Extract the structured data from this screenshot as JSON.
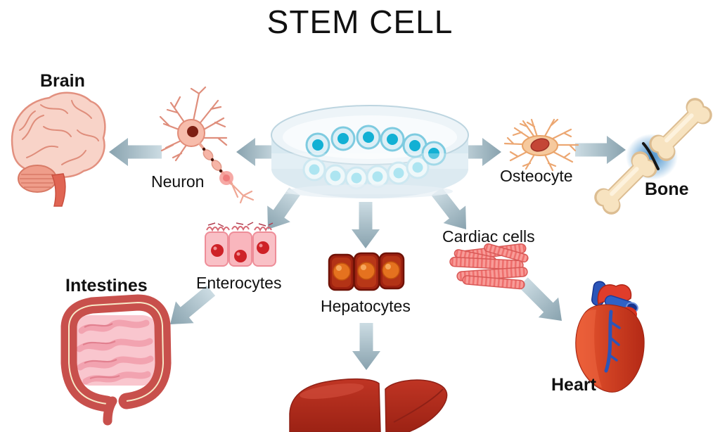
{
  "title": "STEM CELL",
  "labels": {
    "brain": "Brain",
    "neuron": "Neuron",
    "osteocyte": "Osteocyte",
    "bone": "Bone",
    "enterocytes": "Enterocytes",
    "hepatocytes": "Hepatocytes",
    "cardiac_cells": "Cardiac cells",
    "intestines": "Intestines",
    "heart": "Heart"
  },
  "edges": [
    {
      "from": "stem_cells_dish",
      "to": "neuron"
    },
    {
      "from": "neuron",
      "to": "brain"
    },
    {
      "from": "stem_cells_dish",
      "to": "osteocyte"
    },
    {
      "from": "osteocyte",
      "to": "bone"
    },
    {
      "from": "stem_cells_dish",
      "to": "enterocytes"
    },
    {
      "from": "enterocytes",
      "to": "intestines"
    },
    {
      "from": "stem_cells_dish",
      "to": "hepatocytes"
    },
    {
      "from": "hepatocytes",
      "to": "liver"
    },
    {
      "from": "stem_cells_dish",
      "to": "cardiac_cells"
    },
    {
      "from": "cardiac_cells",
      "to": "heart"
    }
  ],
  "colors": {
    "background": "#ffffff",
    "text": "#111111",
    "arrow_light": "#ccdce3",
    "arrow_dark": "#88a2ae",
    "dish_blue": "#cfe2ec",
    "stem_cell_teal": "#12b0d4",
    "tissue_pink": "#f8d3c8",
    "tissue_red": "#c8504c",
    "liver_red": "#b32a1e",
    "bone_tan": "#f7e3c0",
    "heart_blue": "#2b55b8"
  }
}
